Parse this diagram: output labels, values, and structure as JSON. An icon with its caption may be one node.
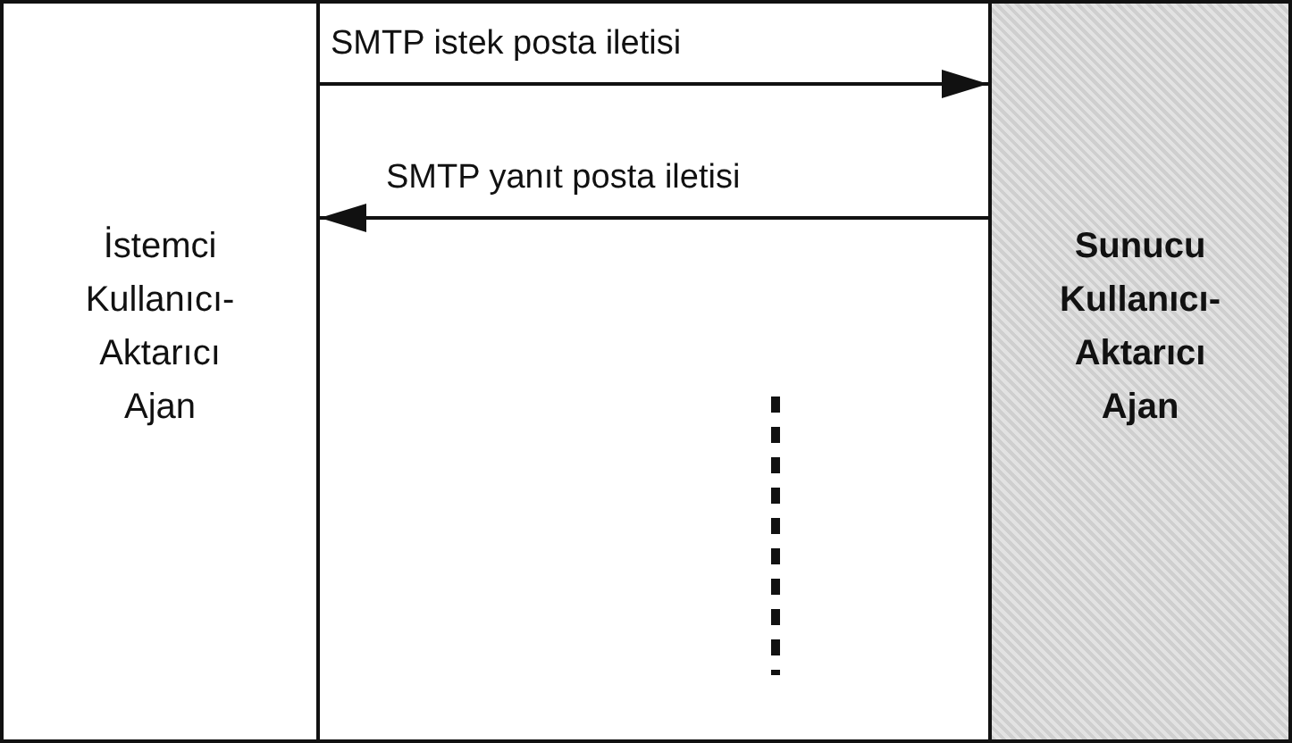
{
  "diagram": {
    "nodes": [
      {
        "text": [
          "İstemci Kullanıcı-Aktarıcı Ajan"
        ]
      },
      {
        "text": [
          "Sunucu Kullanıcı-Aktarıcı Ajan"
        ]
      }
    ],
    "edges": [
      {
        "from": 0,
        "to": 1,
        "arrow": "to",
        "label": "SMTP istek posta iletisi"
      },
      {
        "from": 1,
        "to": 0,
        "arrow": "to",
        "label": "SMTP yanıt posta iletisi"
      }
    ]
  }
}
